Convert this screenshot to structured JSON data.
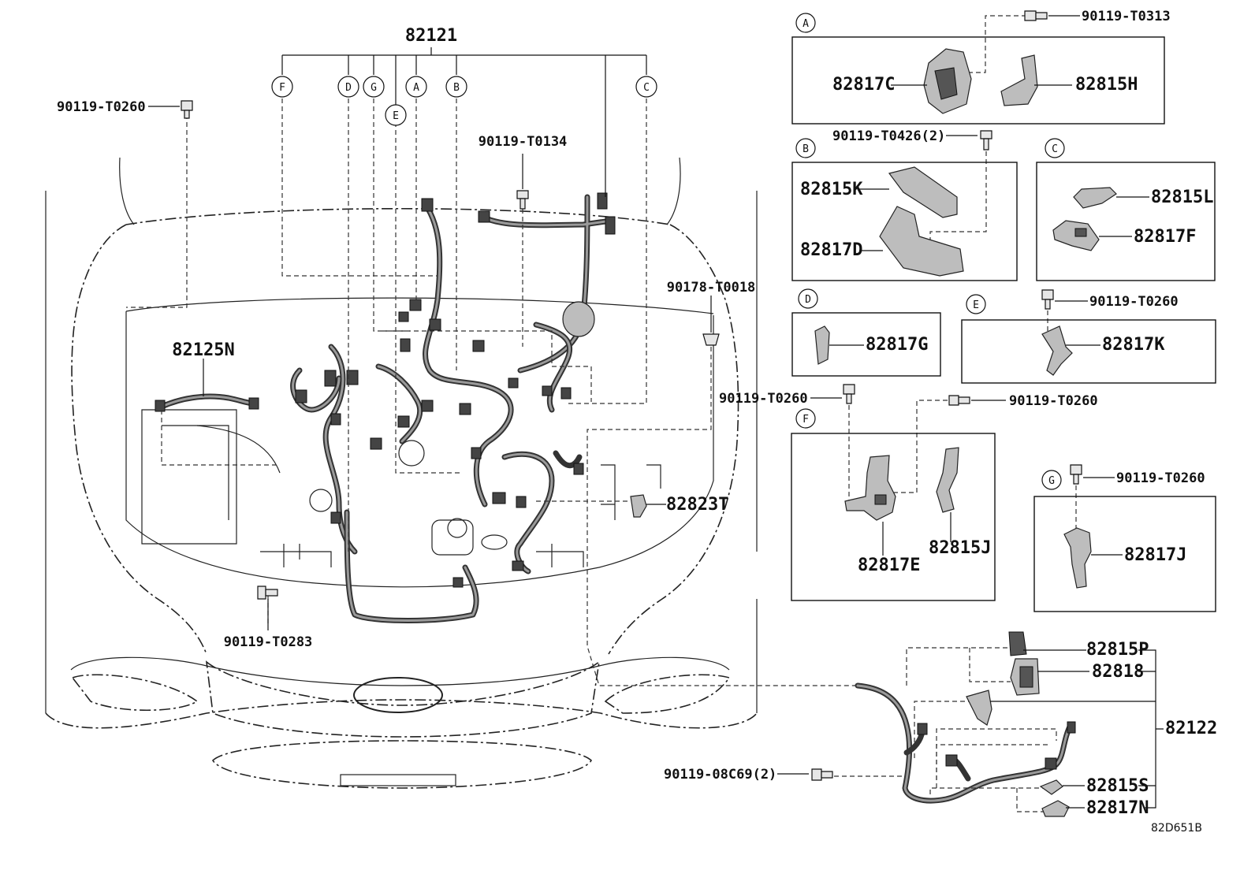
{
  "parts": {
    "main_harness": "82121",
    "harness_82125N": "82125N",
    "harness_82122": "82122",
    "bolt_top_left": "90119-T0260",
    "bolt_top_center": "90119-T0134",
    "clip_right": "90178-T0018",
    "bolt_bottom_left": "90119-T0283",
    "protector_82823T": "82823T",
    "bolt_bottom": "90119-08C69(2)",
    "p_82815P": "82815P",
    "p_82818": "82818",
    "p_82815S": "82815S",
    "p_82817N": "82817N",
    "diagram_id": "82D651B"
  },
  "callouts": [
    "A",
    "B",
    "C",
    "D",
    "E",
    "F",
    "G"
  ],
  "details": {
    "A": {
      "letter": "A",
      "bolt": "90119-T0313",
      "left": "82817C",
      "right": "82815H"
    },
    "B": {
      "letter": "B",
      "bolt": "90119-T0426(2)",
      "top": "82815K",
      "bottom": "82817D"
    },
    "C": {
      "letter": "C",
      "top": "82815L",
      "bottom": "82817F"
    },
    "D": {
      "letter": "D",
      "part": "82817G"
    },
    "E": {
      "letter": "E",
      "bolt": "90119-T0260",
      "part": "82817K"
    },
    "F": {
      "letter": "F",
      "bolt_left": "90119-T0260",
      "bolt_right": "90119-T0260",
      "left": "82817E",
      "right": "82815J"
    },
    "G": {
      "letter": "G",
      "bolt": "90119-T0260",
      "part": "82817J"
    }
  }
}
